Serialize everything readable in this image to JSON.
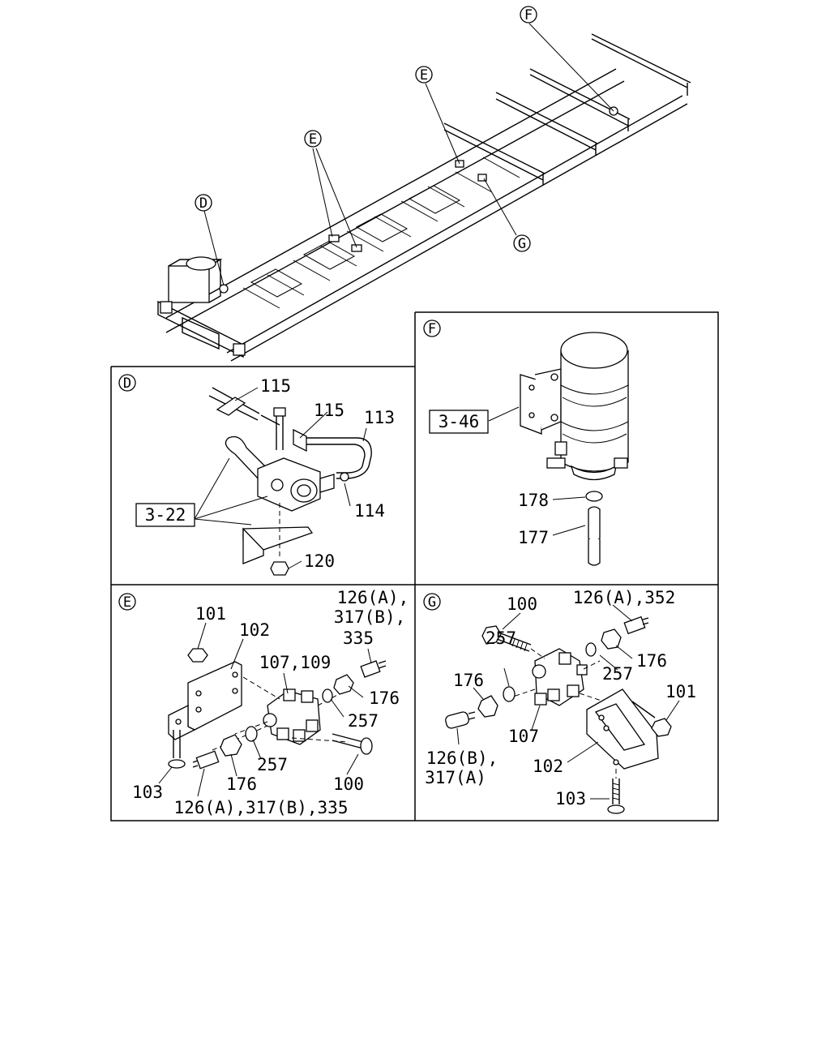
{
  "overview": {
    "callouts": {
      "F": "F",
      "E_rear": "E",
      "E_mid": "E",
      "D": "D",
      "G": "G"
    }
  },
  "panel_d": {
    "letter": "D",
    "labels": {
      "p115a": "115",
      "p115b": "115",
      "p113": "113",
      "p114": "114",
      "p120": "120",
      "ref": "3-22"
    }
  },
  "panel_f": {
    "letter": "F",
    "labels": {
      "ref": "3-46",
      "p178": "178",
      "p177": "177"
    }
  },
  "panel_e": {
    "letter": "E",
    "labels": {
      "p101": "101",
      "p102": "102",
      "p126_line1": "126(A),",
      "p126_line2": "317(B),",
      "p126_line3": "335",
      "p107": "107,109",
      "p176a": "176",
      "p257a": "257",
      "p257b": "257",
      "p176b": "176",
      "p100": "100",
      "p103": "103",
      "p126_bottom": "126(A),317(B),335"
    }
  },
  "panel_g": {
    "letter": "G",
    "labels": {
      "p100": "100",
      "p126a": "126(A),352",
      "p257a": "257",
      "p176a": "176",
      "p257b": "257",
      "p176b": "176",
      "p101": "101",
      "p126b_line1": "126(B),",
      "p126b_line2": "317(A)",
      "p107": "107",
      "p102": "102",
      "p103": "103"
    }
  }
}
